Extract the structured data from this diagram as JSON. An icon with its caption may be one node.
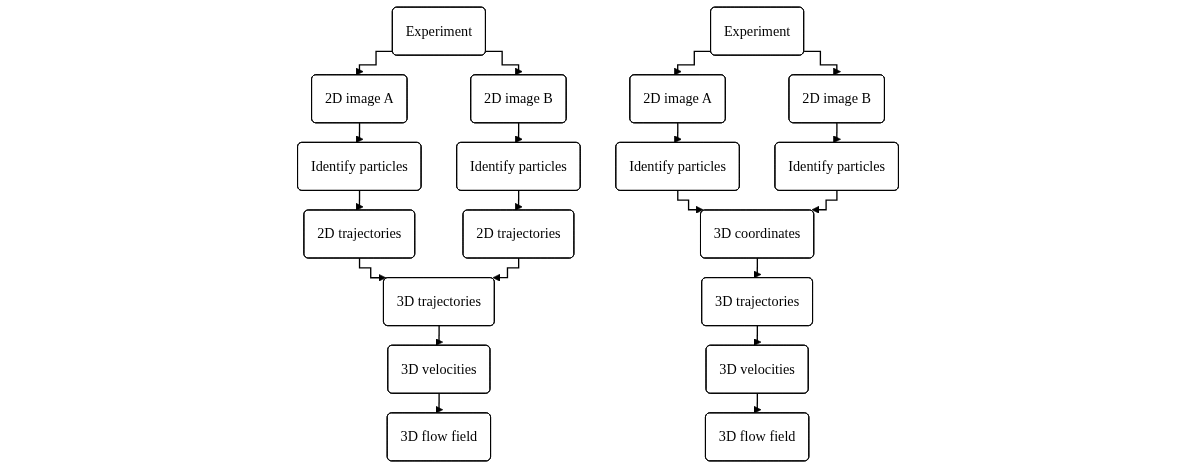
{
  "diagram": {
    "nodes": [
      {
        "text": [
          "Experiment"
        ]
      },
      {
        "text": [
          "2D image A"
        ]
      },
      {
        "text": [
          "2D image B"
        ]
      },
      {
        "text": [
          "Identify particles"
        ]
      },
      {
        "text": [
          "Identify particles"
        ]
      },
      {
        "text": [
          "2D trajectories"
        ]
      },
      {
        "text": [
          "2D trajectories"
        ]
      },
      {
        "text": [
          "3D trajectories"
        ]
      },
      {
        "text": [
          "3D velocities"
        ]
      },
      {
        "text": [
          "3D flow field"
        ]
      },
      {
        "text": [
          "Experiment"
        ]
      },
      {
        "text": [
          "2D image A"
        ]
      },
      {
        "text": [
          "2D image B"
        ]
      },
      {
        "text": [
          "Identify particles"
        ]
      },
      {
        "text": [
          "Identify particles"
        ]
      },
      {
        "text": [
          "3D coordinates"
        ]
      },
      {
        "text": [
          "3D trajectories"
        ]
      },
      {
        "text": [
          "3D velocities"
        ]
      },
      {
        "text": [
          "3D flow field"
        ]
      }
    ],
    "edges": [
      {
        "from": 0,
        "to": 1,
        "arrow": "to"
      },
      {
        "from": 0,
        "to": 2,
        "arrow": "to"
      },
      {
        "from": 1,
        "to": 3,
        "arrow": "to"
      },
      {
        "from": 2,
        "to": 4,
        "arrow": "to"
      },
      {
        "from": 3,
        "to": 5,
        "arrow": "to"
      },
      {
        "from": 4,
        "to": 6,
        "arrow": "to"
      },
      {
        "from": 5,
        "to": 7,
        "arrow": "to"
      },
      {
        "from": 6,
        "to": 7,
        "arrow": "to"
      },
      {
        "from": 7,
        "to": 8,
        "arrow": "to"
      },
      {
        "from": 8,
        "to": 9,
        "arrow": "to"
      },
      {
        "from": 10,
        "to": 11,
        "arrow": "to"
      },
      {
        "from": 10,
        "to": 12,
        "arrow": "to"
      },
      {
        "from": 11,
        "to": 13,
        "arrow": "to"
      },
      {
        "from": 12,
        "to": 14,
        "arrow": "to"
      },
      {
        "from": 13,
        "to": 15,
        "arrow": "to"
      },
      {
        "from": 14,
        "to": 15,
        "arrow": "to"
      },
      {
        "from": 15,
        "to": 16,
        "arrow": "to"
      },
      {
        "from": 16,
        "to": 17,
        "arrow": "to"
      },
      {
        "from": 17,
        "to": 18,
        "arrow": "to"
      }
    ]
  }
}
